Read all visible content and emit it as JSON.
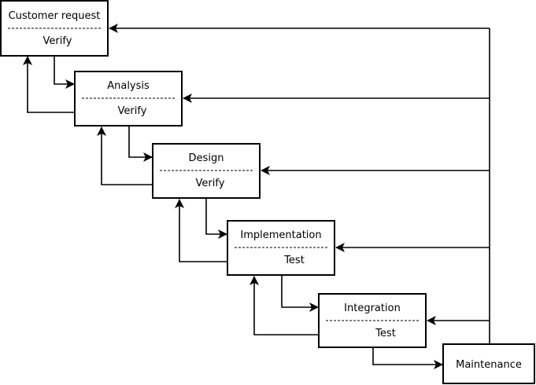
{
  "stages": [
    {
      "name": "Customer request",
      "activity": "Verify"
    },
    {
      "name": "Analysis",
      "activity": "Verify"
    },
    {
      "name": "Design",
      "activity": "Verify"
    },
    {
      "name": "Implementation",
      "activity": "Test"
    },
    {
      "name": "Integration",
      "activity": "Test"
    }
  ],
  "maintenance": {
    "name": "Maintenance"
  }
}
